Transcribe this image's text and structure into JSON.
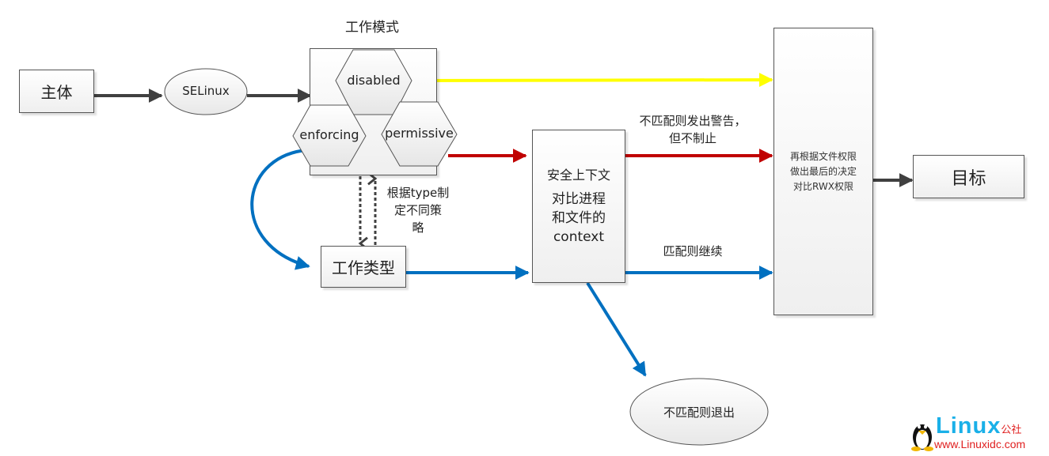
{
  "nodes": {
    "subject": "主体",
    "selinux": "SELinux",
    "mode_title": "工作模式",
    "modes": {
      "disabled": "disabled",
      "enforcing": "enforcing",
      "permissive": "permissive"
    },
    "work_type": "工作类型",
    "policy_note": [
      "根据type制",
      "定不同策",
      "略"
    ],
    "context_box": {
      "title": "安全上下文",
      "body": [
        "对比进程",
        "和文件的",
        "context"
      ]
    },
    "warn_label": [
      "不匹配则发出警告，",
      "但不制止"
    ],
    "continue_label": "匹配则继续",
    "exit_node": "不匹配则退出",
    "decision_box": [
      "再根据文件权限",
      "做出最后的决定",
      "对比RWX权限"
    ],
    "target": "目标"
  },
  "watermark": {
    "brand": "Linux",
    "brand_suffix": "公社",
    "url": "www.Linuxidc.com"
  },
  "colors": {
    "dark_arrow": "#404040",
    "yellow_arrow": "#ffff00",
    "red_arrow": "#c00000",
    "blue_arrow": "#0070c0",
    "watermark_blue": "#1ab0e8",
    "watermark_red": "#e02020"
  }
}
